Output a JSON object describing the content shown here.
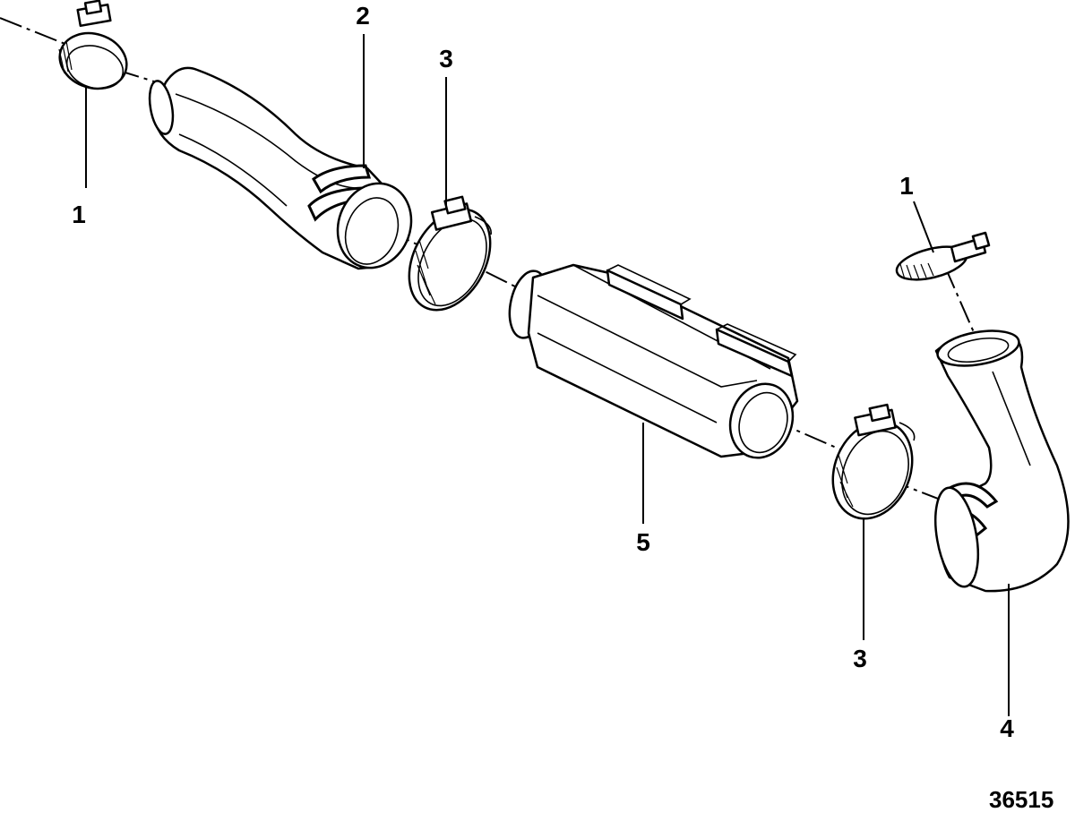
{
  "callouts": [
    {
      "id": "c1a",
      "text": "1"
    },
    {
      "id": "c2",
      "text": "2"
    },
    {
      "id": "c3a",
      "text": "3"
    },
    {
      "id": "c1b",
      "text": "1"
    },
    {
      "id": "c5",
      "text": "5"
    },
    {
      "id": "c3b",
      "text": "3"
    },
    {
      "id": "c4",
      "text": "4"
    }
  ],
  "figure_number": "36515"
}
